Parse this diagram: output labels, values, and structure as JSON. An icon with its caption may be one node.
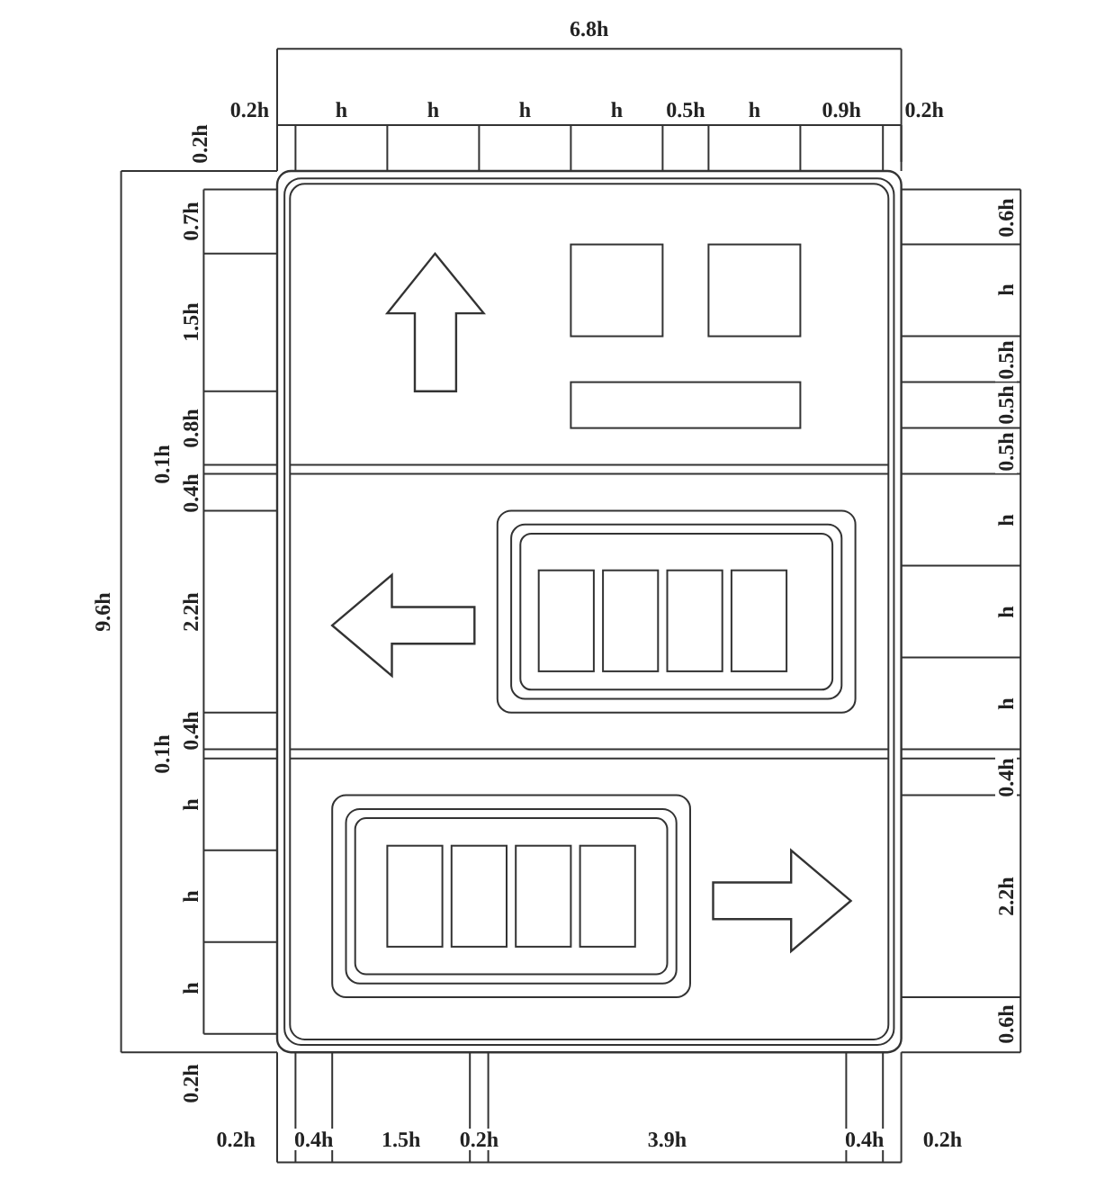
{
  "diagram": {
    "labels": [
      "6.8h",
      "0.2h",
      "0.2h",
      "h",
      "h",
      "h",
      "h",
      "0.5h",
      "h",
      "0.9h",
      "0.2h",
      "9.6h",
      "0.7h",
      "1.5h",
      "0.8h",
      "0.1h",
      "0.4h",
      "2.2h",
      "0.1h",
      "0.4h",
      "h",
      "h",
      "h",
      "0.6h",
      "h",
      "0.5h",
      "0.5h",
      "0.5h",
      "h",
      "h",
      "h",
      "0.4h",
      "2.2h",
      "0.6h",
      "0.2h",
      "0.2h",
      "0.4h",
      "1.5h",
      "0.2h",
      "3.9h",
      "0.4h",
      "0.2h"
    ]
  }
}
